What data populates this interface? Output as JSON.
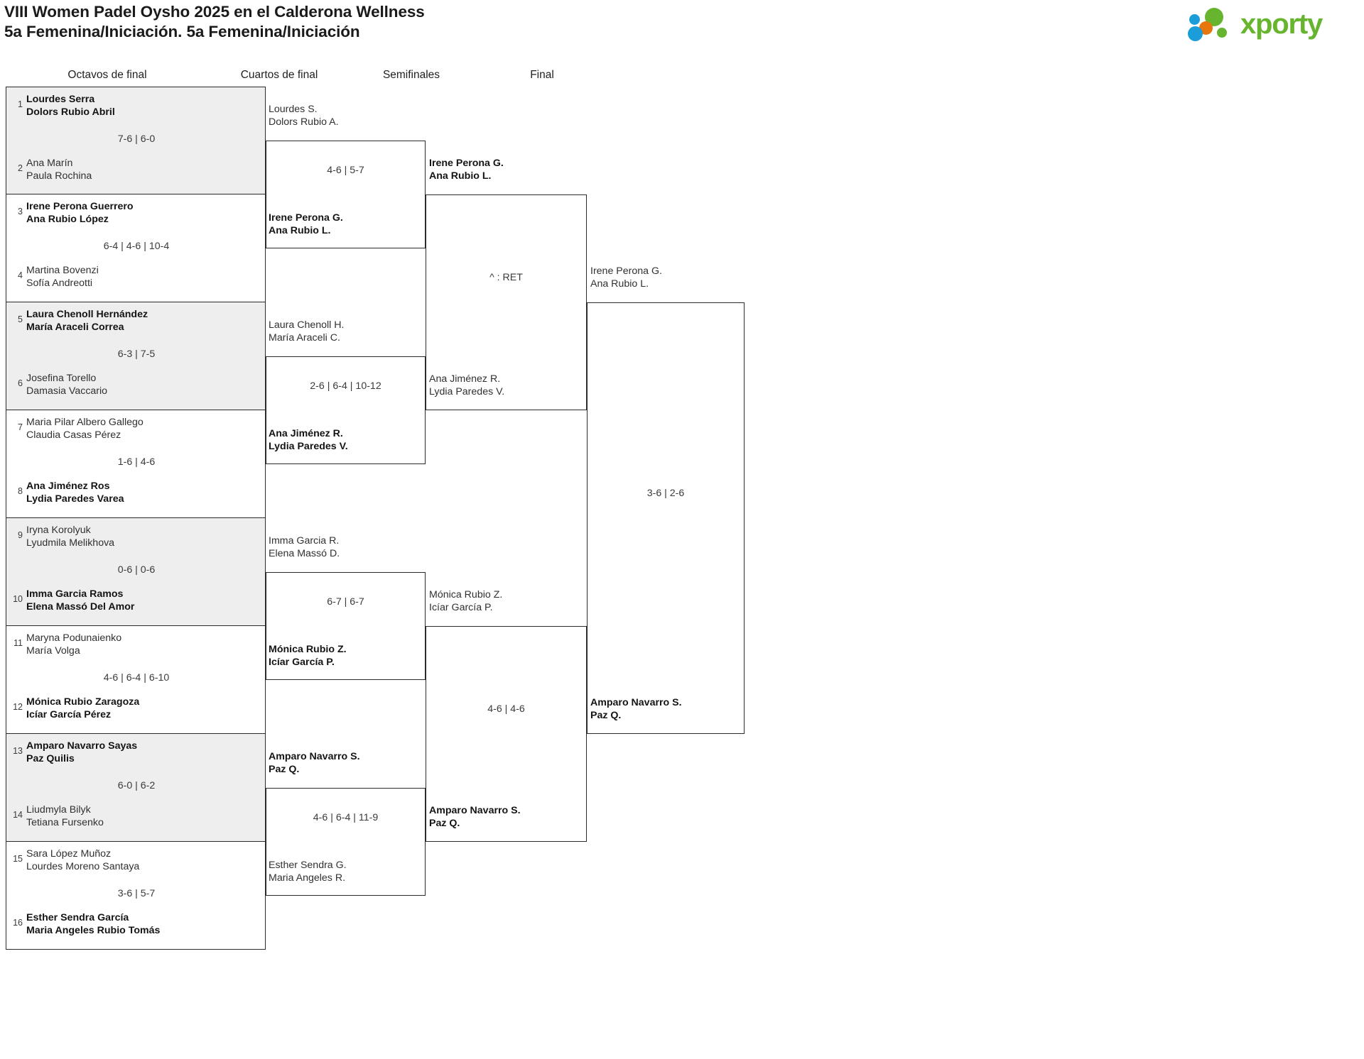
{
  "header": {
    "title_line1": "VIII Women Padel Oysho 2025 en el Calderona Wellness",
    "title_line2": "5a Femenina/Iniciación. 5a Femenina/Iniciación",
    "logo_text": "xporty",
    "logo_colors": {
      "green": "#67b42e",
      "blue": "#1b9dd9",
      "orange": "#e8760d"
    }
  },
  "rounds": [
    {
      "label": "Octavos de final"
    },
    {
      "label": "Cuartos de final"
    },
    {
      "label": "Semifinales"
    },
    {
      "label": "Final"
    }
  ],
  "round1": {
    "matches": [
      {
        "shaded": true,
        "score": "7-6 | 6-0",
        "top": {
          "seed": "1",
          "p1": "Lourdes Serra",
          "p2": "Dolors Rubio Abril",
          "winner": true
        },
        "bottom": {
          "seed": "2",
          "p1": "Ana Marín",
          "p2": "Paula Rochina",
          "winner": false
        }
      },
      {
        "shaded": false,
        "score": "6-4 | 4-6 | 10-4",
        "top": {
          "seed": "3",
          "p1": "Irene Perona Guerrero",
          "p2": "Ana Rubio López",
          "winner": true
        },
        "bottom": {
          "seed": "4",
          "p1": "Martina Bovenzi",
          "p2": "Sofía Andreotti",
          "winner": false
        }
      },
      {
        "shaded": true,
        "score": "6-3 | 7-5",
        "top": {
          "seed": "5",
          "p1": "Laura Chenoll Hernández",
          "p2": "María Araceli Correa",
          "winner": true
        },
        "bottom": {
          "seed": "6",
          "p1": "Josefina Torello",
          "p2": "Damasia Vaccario",
          "winner": false
        }
      },
      {
        "shaded": false,
        "score": "1-6 | 4-6",
        "top": {
          "seed": "7",
          "p1": "Maria Pilar Albero Gallego",
          "p2": "Claudia Casas Pérez",
          "winner": false
        },
        "bottom": {
          "seed": "8",
          "p1": "Ana Jiménez Ros",
          "p2": "Lydia Paredes Varea",
          "winner": true
        }
      },
      {
        "shaded": true,
        "score": "0-6 | 0-6",
        "top": {
          "seed": "9",
          "p1": "Iryna Korolyuk",
          "p2": "Lyudmila Melikhova",
          "winner": false
        },
        "bottom": {
          "seed": "10",
          "p1": "Imma Garcia Ramos",
          "p2": "Elena Massó Del Amor",
          "winner": true
        }
      },
      {
        "shaded": false,
        "score": "4-6 | 6-4 | 6-10",
        "top": {
          "seed": "11",
          "p1": "Maryna Podunaienko",
          "p2": "María Volga",
          "winner": false
        },
        "bottom": {
          "seed": "12",
          "p1": "Mónica Rubio Zaragoza",
          "p2": "Icíar García Pérez",
          "winner": true
        }
      },
      {
        "shaded": true,
        "score": "6-0 | 6-2",
        "top": {
          "seed": "13",
          "p1": "Amparo Navarro Sayas",
          "p2": "Paz Quilis",
          "winner": true
        },
        "bottom": {
          "seed": "14",
          "p1": "Liudmyla Bilyk",
          "p2": "Tetiana Fursenko",
          "winner": false
        }
      },
      {
        "shaded": false,
        "score": "3-6 | 5-7",
        "top": {
          "seed": "15",
          "p1": "Sara López Muñoz",
          "p2": "Lourdes Moreno Santaya",
          "winner": false
        },
        "bottom": {
          "seed": "16",
          "p1": "Esther Sendra García",
          "p2": "Maria Angeles Rubio Tomás",
          "winner": true
        }
      }
    ]
  },
  "round2": {
    "matches": [
      {
        "score": "4-6 | 5-7",
        "top": {
          "p1": "Lourdes S.",
          "p2": "Dolors Rubio A.",
          "winner": false
        },
        "bottom": {
          "p1": "Irene Perona G.",
          "p2": "Ana Rubio L.",
          "winner": true
        }
      },
      {
        "score": "2-6 | 6-4 | 10-12",
        "top": {
          "p1": "Laura Chenoll H.",
          "p2": "María Araceli C.",
          "winner": false
        },
        "bottom": {
          "p1": "Ana Jiménez R.",
          "p2": "Lydia Paredes V.",
          "winner": true
        }
      },
      {
        "score": "6-7 | 6-7",
        "top": {
          "p1": "Imma Garcia R.",
          "p2": "Elena Massó D.",
          "winner": false
        },
        "bottom": {
          "p1": "Mónica Rubio Z.",
          "p2": "Icíar García P.",
          "winner": true
        }
      },
      {
        "score": "4-6 | 6-4 | 11-9",
        "top": {
          "p1": "Amparo Navarro S.",
          "p2": "Paz Q.",
          "winner": true
        },
        "bottom": {
          "p1": "Esther Sendra G.",
          "p2": "Maria Angeles R.",
          "winner": false
        }
      }
    ]
  },
  "round3": {
    "matches": [
      {
        "score": "^ : RET",
        "top": {
          "p1": "Irene Perona G.",
          "p2": "Ana Rubio L.",
          "winner": true
        },
        "bottom": {
          "p1": "Ana Jiménez R.",
          "p2": "Lydia Paredes V.",
          "winner": false
        }
      },
      {
        "score": "4-6 | 4-6",
        "top": {
          "p1": "Mónica Rubio Z.",
          "p2": "Icíar García P.",
          "winner": false
        },
        "bottom": {
          "p1": "Amparo Navarro S.",
          "p2": "Paz Q.",
          "winner": true
        }
      }
    ]
  },
  "round4": {
    "matches": [
      {
        "score": "3-6 | 2-6",
        "top": {
          "p1": "Irene Perona G.",
          "p2": "Ana Rubio L.",
          "winner": false
        },
        "bottom": {
          "p1": "Amparo Navarro S.",
          "p2": "Paz Q.",
          "winner": true
        }
      }
    ]
  }
}
